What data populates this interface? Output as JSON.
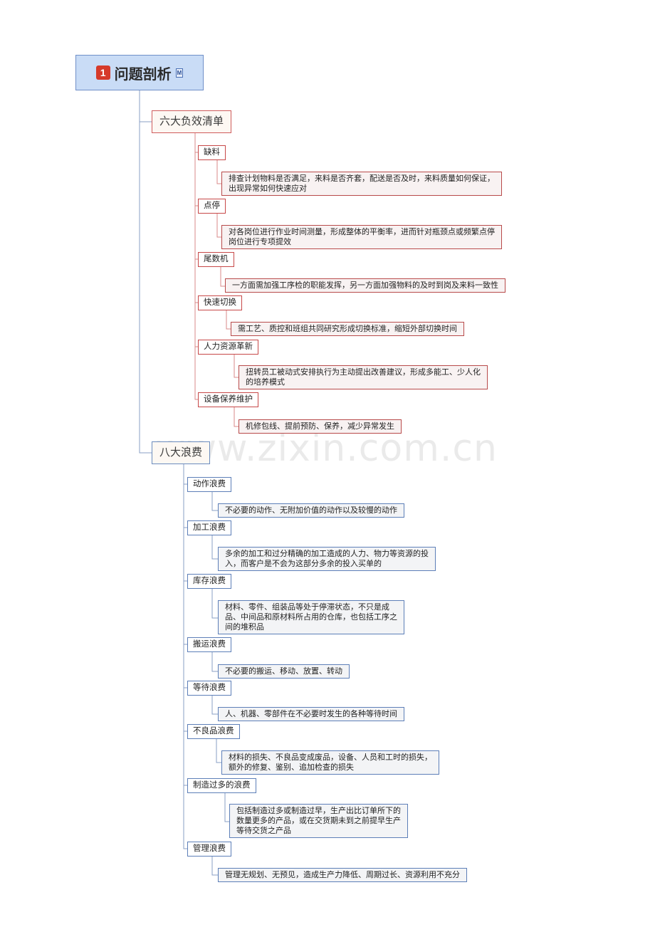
{
  "root": {
    "number": "1",
    "title": "问题剖析",
    "memo_icon": "M"
  },
  "branches": [
    {
      "label": "六大负效清单",
      "color": "#cf5c5c",
      "children": [
        {
          "label": "缺料",
          "desc": "排查计划物料是否满足，来料是否齐套，配送是否及时，来料质量如何保证，\n出现异常如何快速应对"
        },
        {
          "label": "点停",
          "desc": "对各岗位进行作业时间测量，形成整体的平衡率，进而针对瓶颈点或频繁点停\n岗位进行专项提效"
        },
        {
          "label": "尾数机",
          "desc": "一方面需加强工序检的职能发挥，另一方面加强物料的及时到岗及来料一致性"
        },
        {
          "label": "快速切换",
          "desc": "需工艺、质控和班组共同研究形成切换标准，缩短外部切换时间"
        },
        {
          "label": "人力资源革新",
          "desc": "扭转员工被动式安排执行为主动提出改善建议，形成多能工、少人化\n的培养模式"
        },
        {
          "label": "设备保养维护",
          "desc": "机修包线、提前预防、保养，减少异常发生"
        }
      ]
    },
    {
      "label": "八大浪费",
      "color": "#6b8bbd",
      "children": [
        {
          "label": "动作浪费",
          "desc": "不必要的动作、无附加价值的动作以及较慢的动作"
        },
        {
          "label": "加工浪费",
          "desc": "多余的加工和过分精确的加工造成的人力、物力等资源的投\n入，而客户是不会为这部分多余的投入买单的"
        },
        {
          "label": "库存浪费",
          "desc": "材料、零件、组装品等处于停滞状态，不只是成\n品、中间品和原材料所占用的仓库，也包括工序之\n间的堆积品"
        },
        {
          "label": "搬运浪费",
          "desc": "不必要的搬运、移动、放置、转动"
        },
        {
          "label": "等待浪费",
          "desc": "人、机器、零部件在不必要时发生的各种等待时间"
        },
        {
          "label": "不良品浪费",
          "desc": "材料的损失、不良品变成废品，设备、人员和工时的损失，\n额外的修复、鉴别、追加检查的损失"
        },
        {
          "label": "制造过多的浪费",
          "desc": "包括制造过多或制造过早，生产出比订单所下的\n数量更多的产品，或在交货期未到之前提早生产\n等待交货之产品"
        },
        {
          "label": "管理浪费",
          "desc": "管理无规划、无预见，造成生产力降低、周期过长、资源利用不充分"
        }
      ]
    }
  ],
  "watermark": "www.zixin.com.cn"
}
